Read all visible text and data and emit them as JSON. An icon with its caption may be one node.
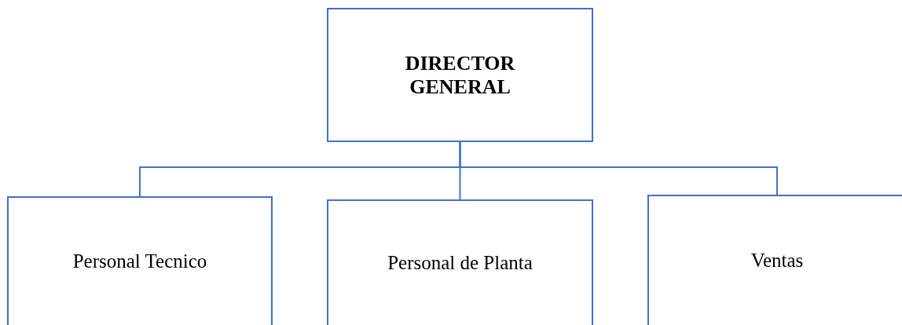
{
  "diagram": {
    "nodes": [
      {
        "text": [
          "DIRECTOR GENERAL"
        ]
      },
      {
        "text": [
          "Personal Tecnico"
        ]
      },
      {
        "text": [
          "Personal de Planta"
        ]
      },
      {
        "text": [
          "Ventas"
        ]
      }
    ],
    "edges": [
      {
        "from": 0,
        "to": 1,
        "arrow": "none"
      },
      {
        "from": 0,
        "to": 2,
        "arrow": "none"
      },
      {
        "from": 0,
        "to": 3,
        "arrow": "none"
      }
    ]
  }
}
